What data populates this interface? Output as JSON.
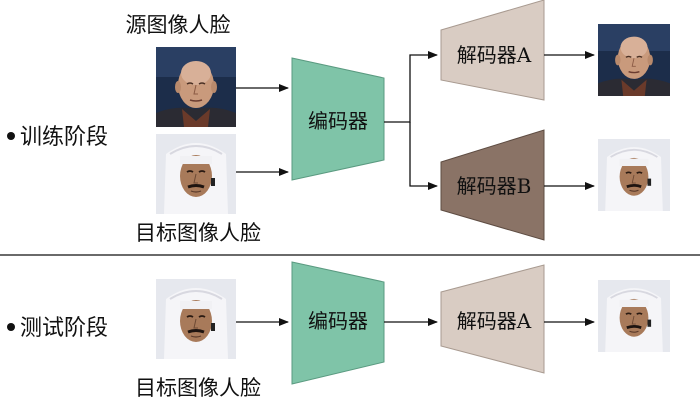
{
  "colors": {
    "encoder_fill": "#7fc4a8",
    "encoder_stroke": "#5a9a80",
    "decoder_a_fill": "#d9ccc3",
    "decoder_a_stroke": "#a89a90",
    "decoder_b_fill": "#8a7366",
    "decoder_b_stroke": "#5e4c42",
    "arrow": "#111111"
  },
  "training": {
    "section_label": "训练阶段",
    "source_face_label": "源图像人脸",
    "target_face_label": "目标图像人脸",
    "encoder_label": "编码器",
    "decoder_a_label": "解码器A",
    "decoder_b_label": "解码器B"
  },
  "testing": {
    "section_label": "测试阶段",
    "target_face_label": "目标图像人脸",
    "encoder_label": "编码器",
    "decoder_a_label": "解码器A"
  },
  "icons": {
    "bullet": "bullet-dot",
    "bald-face": "bald-man-photo",
    "keffiyeh-face": "keffiyeh-man-photo"
  }
}
